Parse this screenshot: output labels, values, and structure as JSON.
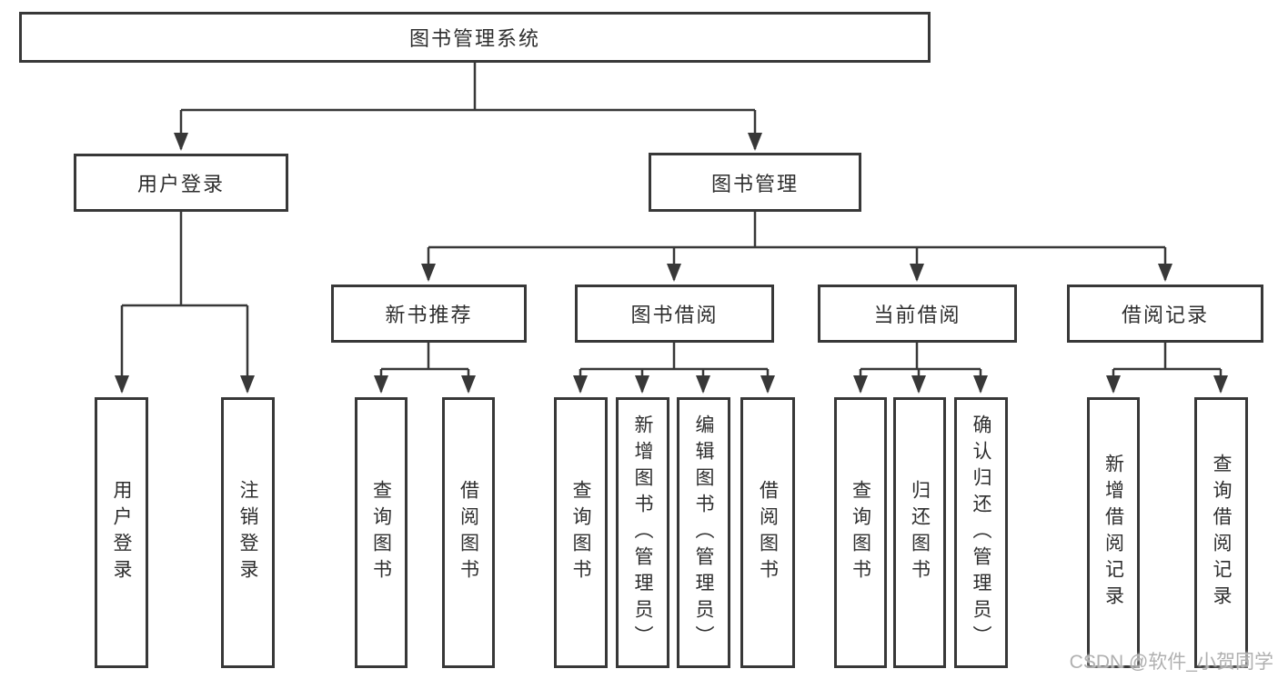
{
  "diagram": {
    "root": {
      "label": "图书管理系统"
    },
    "user_login": {
      "label": "用户登录",
      "children": [
        {
          "label": "用户登录"
        },
        {
          "label": "注销登录"
        }
      ]
    },
    "book_management": {
      "label": "图书管理",
      "sections": [
        {
          "label": "新书推荐",
          "children": [
            {
              "label": "查询图书"
            },
            {
              "label": "借阅图书"
            }
          ]
        },
        {
          "label": "图书借阅",
          "children": [
            {
              "label": "查询图书"
            },
            {
              "label": "新增图书（管理员）"
            },
            {
              "label": "编辑图书（管理员）"
            },
            {
              "label": "借阅图书"
            }
          ]
        },
        {
          "label": "当前借阅",
          "children": [
            {
              "label": "查询图书"
            },
            {
              "label": "归还图书"
            },
            {
              "label": "确认归还（管理员）"
            }
          ]
        },
        {
          "label": "借阅记录",
          "children": [
            {
              "label": "新增借阅记录"
            },
            {
              "label": "查询借阅记录"
            }
          ]
        }
      ]
    }
  },
  "watermark": {
    "text": "CSDN @软件_小贺同学"
  },
  "colors": {
    "line": "#383838",
    "box_border": "#383838",
    "text": "#2e2e2e",
    "box_background": "#ffffff",
    "page_background": "#ffffff",
    "watermark": "#acacac"
  }
}
